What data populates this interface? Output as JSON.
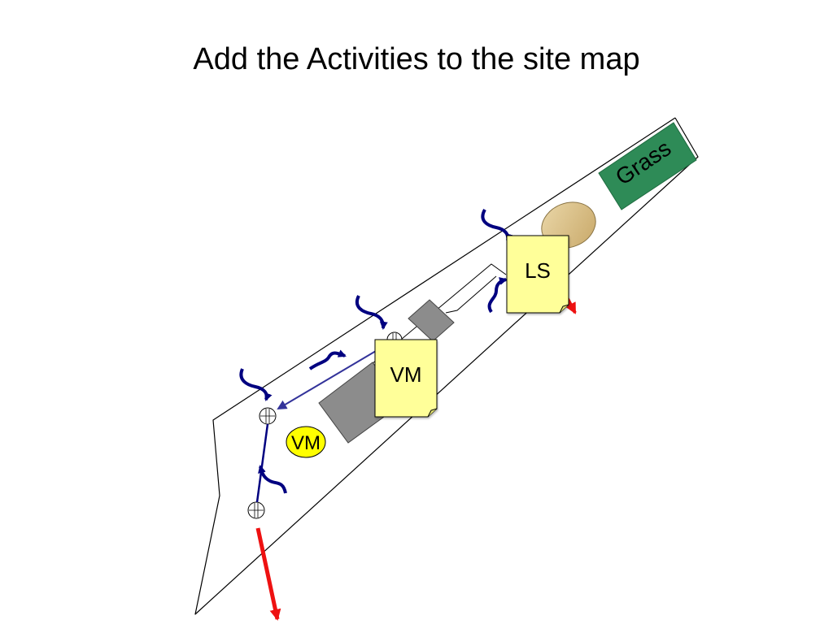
{
  "title": "Add the Activities to the site map",
  "labels": {
    "grass": "Grass",
    "ls_note": "LS",
    "vm_note": "VM",
    "vm_marker": "VM"
  },
  "colors": {
    "arrow_navy": "#000080",
    "flow_blue": "#33339a",
    "red_arrow": "#ee1111",
    "grass_fill": "#2e8b57",
    "note_fill": "#ffff99",
    "marker_fill": "#ffff00",
    "building_gray": "#8c8c8c",
    "stockpile_tan": "#d9c08a"
  }
}
